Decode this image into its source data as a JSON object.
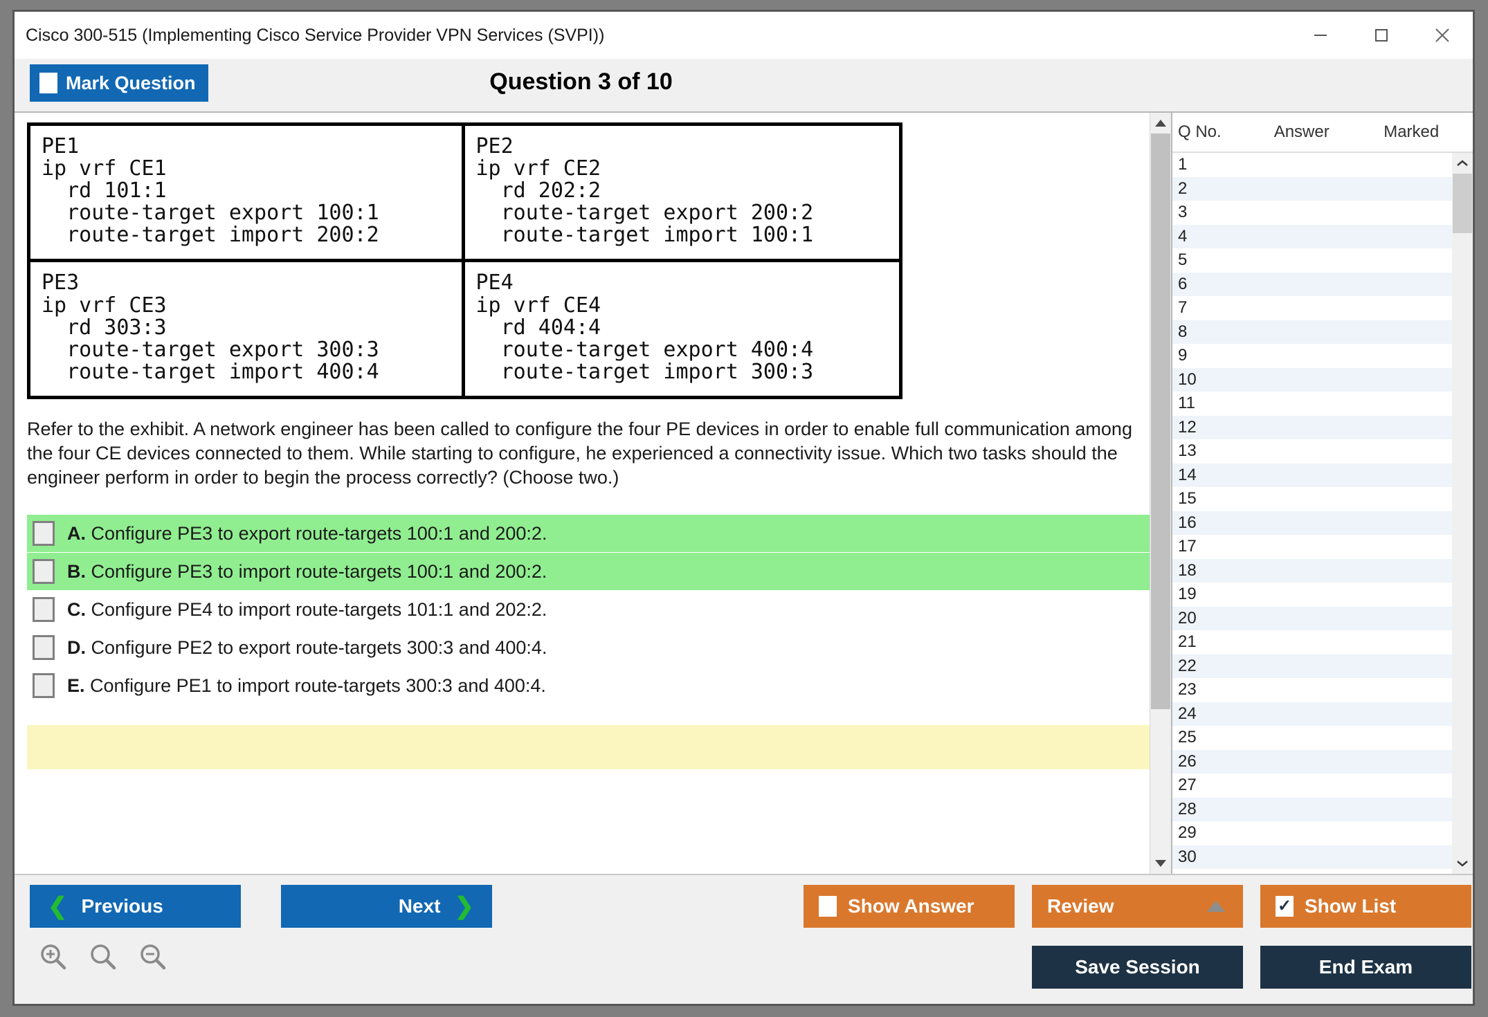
{
  "window": {
    "title": "Cisco 300-515 (Implementing Cisco Service Provider VPN Services (SVPI))",
    "controls": {
      "minimize": "minimize-icon",
      "maximize": "maximize-icon",
      "close": "close-icon"
    }
  },
  "header": {
    "mark_question_label": "Mark Question",
    "mark_question_checked": false,
    "question_title": "Question 3 of 10"
  },
  "exhibit": {
    "blocks": [
      {
        "name": "PE1",
        "lines": [
          "PE1",
          "ip vrf CE1",
          "  rd 101:1",
          "  route-target export 100:1",
          "  route-target import 200:2"
        ]
      },
      {
        "name": "PE2",
        "lines": [
          "PE2",
          "ip vrf CE2",
          "  rd 202:2",
          "  route-target export 200:2",
          "  route-target import 100:1"
        ]
      },
      {
        "name": "PE3",
        "lines": [
          "PE3",
          "ip vrf CE3",
          "  rd 303:3",
          "  route-target export 300:3",
          "  route-target import 400:4"
        ]
      },
      {
        "name": "PE4",
        "lines": [
          "PE4",
          "ip vrf CE4",
          "  rd 404:4",
          "  route-target export 400:4",
          "  route-target import 300:3"
        ]
      }
    ]
  },
  "question": {
    "stem": "Refer to the exhibit. A network engineer has been called to configure the four PE devices in order to enable full communication among the four CE devices connected to them. While starting to configure, he experienced a connectivity issue. Which two tasks should the engineer perform in order to begin the process correctly? (Choose two.)",
    "options": [
      {
        "letter": "A.",
        "text": "Configure PE3 to export route-targets 100:1 and 200:2.",
        "highlighted": true,
        "checked": false
      },
      {
        "letter": "B.",
        "text": "Configure PE3 to import route-targets 100:1 and 200:2.",
        "highlighted": true,
        "checked": false
      },
      {
        "letter": "C.",
        "text": "Configure PE4 to import route-targets 101:1 and 202:2.",
        "highlighted": false,
        "checked": false
      },
      {
        "letter": "D.",
        "text": "Configure PE2 to export route-targets 300:3 and 400:4.",
        "highlighted": false,
        "checked": false
      },
      {
        "letter": "E.",
        "text": "Configure PE1 to import route-targets 300:3 and 400:4.",
        "highlighted": false,
        "checked": false
      }
    ]
  },
  "question_list": {
    "columns": [
      "Q No.",
      "Answer",
      "Marked"
    ],
    "rows": [
      {
        "q": "1",
        "answer": "",
        "marked": ""
      },
      {
        "q": "2",
        "answer": "",
        "marked": ""
      },
      {
        "q": "3",
        "answer": "",
        "marked": ""
      },
      {
        "q": "4",
        "answer": "",
        "marked": ""
      },
      {
        "q": "5",
        "answer": "",
        "marked": ""
      },
      {
        "q": "6",
        "answer": "",
        "marked": ""
      },
      {
        "q": "7",
        "answer": "",
        "marked": ""
      },
      {
        "q": "8",
        "answer": "",
        "marked": ""
      },
      {
        "q": "9",
        "answer": "",
        "marked": ""
      },
      {
        "q": "10",
        "answer": "",
        "marked": ""
      },
      {
        "q": "11",
        "answer": "",
        "marked": ""
      },
      {
        "q": "12",
        "answer": "",
        "marked": ""
      },
      {
        "q": "13",
        "answer": "",
        "marked": ""
      },
      {
        "q": "14",
        "answer": "",
        "marked": ""
      },
      {
        "q": "15",
        "answer": "",
        "marked": ""
      },
      {
        "q": "16",
        "answer": "",
        "marked": ""
      },
      {
        "q": "17",
        "answer": "",
        "marked": ""
      },
      {
        "q": "18",
        "answer": "",
        "marked": ""
      },
      {
        "q": "19",
        "answer": "",
        "marked": ""
      },
      {
        "q": "20",
        "answer": "",
        "marked": ""
      },
      {
        "q": "21",
        "answer": "",
        "marked": ""
      },
      {
        "q": "22",
        "answer": "",
        "marked": ""
      },
      {
        "q": "23",
        "answer": "",
        "marked": ""
      },
      {
        "q": "24",
        "answer": "",
        "marked": ""
      },
      {
        "q": "25",
        "answer": "",
        "marked": ""
      },
      {
        "q": "26",
        "answer": "",
        "marked": ""
      },
      {
        "q": "27",
        "answer": "",
        "marked": ""
      },
      {
        "q": "28",
        "answer": "",
        "marked": ""
      },
      {
        "q": "29",
        "answer": "",
        "marked": ""
      },
      {
        "q": "30",
        "answer": "",
        "marked": ""
      }
    ]
  },
  "footer": {
    "previous_label": "Previous",
    "next_label": "Next",
    "show_answer_label": "Show Answer",
    "show_answer_checked": false,
    "review_label": "Review",
    "show_list_label": "Show List",
    "show_list_checked": true,
    "show_list_check_glyph": "✓",
    "save_session_label": "Save Session",
    "end_exam_label": "End Exam",
    "zoom_icons": [
      "zoom-in-icon",
      "zoom-reset-icon",
      "zoom-out-icon"
    ]
  },
  "colors": {
    "primary_blue": "#1268b3",
    "accent_green": "#22bb33",
    "orange": "#d9782d",
    "navy": "#1d3245",
    "highlight_green": "#90ee90",
    "explanation_yellow": "#fbf6c0"
  }
}
